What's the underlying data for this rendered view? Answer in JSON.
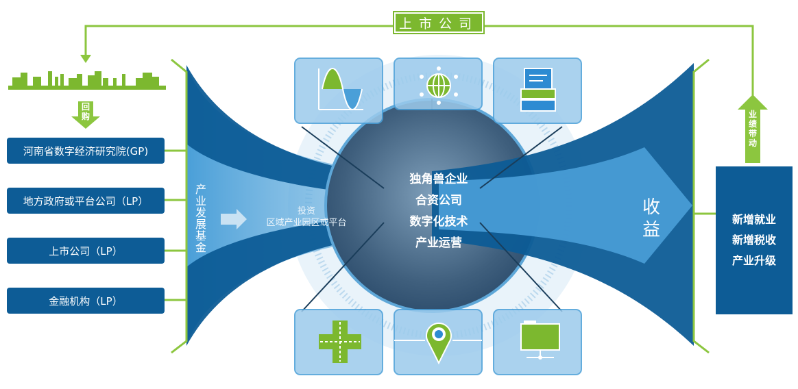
{
  "top_label": "上市公司",
  "repurchase_label": [
    "回",
    "购"
  ],
  "performance_label": [
    "业",
    "绩",
    "带",
    "动"
  ],
  "lp_boxes": [
    {
      "label": "河南省数字经济研究院(GP)"
    },
    {
      "label": "地方政府或平台公司（LP）"
    },
    {
      "label": "上市公司（LP）"
    },
    {
      "label": "金融机构（LP）"
    }
  ],
  "fund_label": [
    "产",
    "业",
    "发",
    "展",
    "基",
    "金"
  ],
  "invest_label": {
    "line1": "投资",
    "line2": "区域产业园区或平台"
  },
  "center_items": [
    "独角兽企业",
    "合资公司",
    "数字化技术",
    "产业运营"
  ],
  "revenue_label": [
    "收",
    "益"
  ],
  "results": [
    "新增就业",
    "新增税收",
    "产业升级"
  ],
  "icons": {
    "top": [
      "sine-wave-chart-icon",
      "globe-network-icon",
      "server-rack-icon"
    ],
    "bottom": [
      "road-intersection-icon",
      "location-pin-icon",
      "monitor-folder-icon"
    ]
  },
  "colors": {
    "brand_blue": "#0d5c96",
    "light_blue": "#4a9fd8",
    "green": "#7cb82f"
  }
}
